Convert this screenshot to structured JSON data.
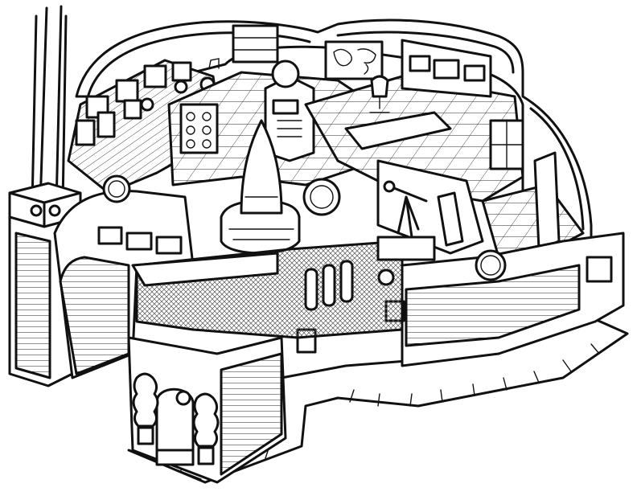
{
  "palette": {
    "ink": "#111111",
    "paper": "#ffffff",
    "mesh": "#555555"
  },
  "icons": [
    "antenna-mast",
    "rocket-nose-cone",
    "telescope",
    "robot",
    "world-map",
    "control-console",
    "potted-topiary",
    "round-window",
    "office-chair"
  ]
}
